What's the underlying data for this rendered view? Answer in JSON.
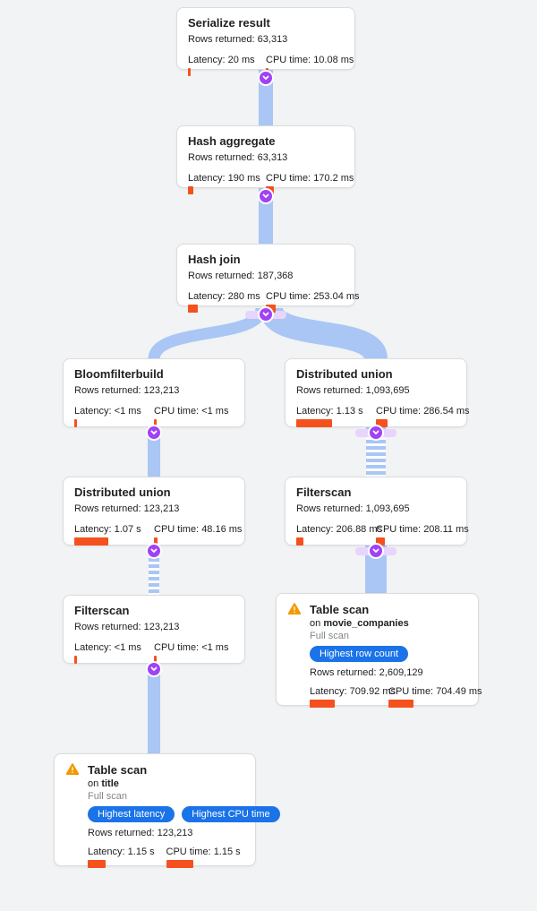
{
  "labels": {
    "rows_returned": "Rows returned:",
    "latency": "Latency:",
    "cpu_time": "CPU time:",
    "on": "on"
  },
  "colors": {
    "background": "#f1f3f4",
    "edge_blue": "#a9c6f5",
    "metric_bar_orange": "#f4511e",
    "badge_blue": "#1a73e8",
    "toggle_purple": "#a142f4",
    "warning_orange": "#f29900"
  },
  "nodes": [
    {
      "id": "serialize-result",
      "title": "Serialize result",
      "rows": "63,313",
      "latency": "20 ms",
      "cpu": "10.08 ms",
      "latency_bar": 3,
      "cpu_bar": 3
    },
    {
      "id": "hash-aggregate",
      "title": "Hash aggregate",
      "rows": "63,313",
      "latency": "190 ms",
      "cpu": "170.2 ms",
      "latency_bar": 6,
      "cpu_bar": 9
    },
    {
      "id": "hash-join",
      "title": "Hash join",
      "rows": "187,368",
      "latency": "280 ms",
      "cpu": "253.04 ms",
      "latency_bar": 11,
      "cpu_bar": 11
    },
    {
      "id": "bloomfilterbuild",
      "title": "Bloomfilterbuild",
      "rows": "123,213",
      "latency": "<1 ms",
      "cpu": "<1 ms",
      "latency_bar": 3,
      "cpu_bar": 3
    },
    {
      "id": "distributed-union-right",
      "title": "Distributed union",
      "rows": "1,093,695",
      "latency": "1.13 s",
      "cpu": "286.54 ms",
      "latency_bar": 40,
      "cpu_bar": 13
    },
    {
      "id": "distributed-union-left",
      "title": "Distributed union",
      "rows": "123,213",
      "latency": "1.07 s",
      "cpu": "48.16 ms",
      "latency_bar": 38,
      "cpu_bar": 4
    },
    {
      "id": "filterscan-right",
      "title": "Filterscan",
      "rows": "1,093,695",
      "latency": "206.88 ms",
      "cpu": "208.11 ms",
      "latency_bar": 8,
      "cpu_bar": 10
    },
    {
      "id": "filterscan-left",
      "title": "Filterscan",
      "rows": "123,213",
      "latency": "<1 ms",
      "cpu": "<1 ms",
      "latency_bar": 3,
      "cpu_bar": 3
    },
    {
      "id": "table-scan-movie-companies",
      "title": "Table scan",
      "table": "movie_companies",
      "scan_type": "Full scan",
      "badges": [
        "Highest row count"
      ],
      "rows": "2,609,129",
      "latency": "709.92 ms",
      "cpu": "704.49 ms",
      "latency_bar": 28,
      "cpu_bar": 28
    },
    {
      "id": "table-scan-title",
      "title": "Table scan",
      "table": "title",
      "scan_type": "Full scan",
      "badges": [
        "Highest latency",
        "Highest CPU time"
      ],
      "rows": "123,213",
      "latency": "1.15 s",
      "cpu": "1.15 s",
      "latency_bar": 20,
      "cpu_bar": 30
    }
  ]
}
